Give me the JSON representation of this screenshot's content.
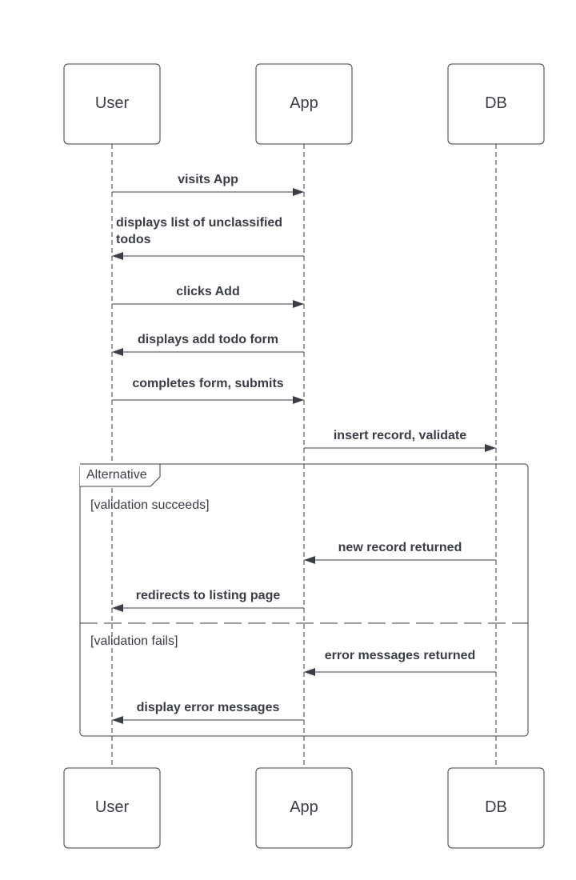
{
  "participants": {
    "user": {
      "top_label": "User",
      "bottom_label": "User"
    },
    "app": {
      "top_label": "App",
      "bottom_label": "App"
    },
    "db": {
      "top_label": "DB",
      "bottom_label": "DB"
    }
  },
  "messages": {
    "m1": {
      "from": "User",
      "to": "App",
      "label_line1": "visits App",
      "label_line2": ""
    },
    "m2": {
      "from": "App",
      "to": "User",
      "label_line1": "displays list of unclassified",
      "label_line2": "todos"
    },
    "m3": {
      "from": "User",
      "to": "App",
      "label_line1": "clicks Add",
      "label_line2": ""
    },
    "m4": {
      "from": "App",
      "to": "User",
      "label_line1": "displays add todo form",
      "label_line2": ""
    },
    "m5": {
      "from": "User",
      "to": "App",
      "label_line1": "completes form, submits",
      "label_line2": ""
    },
    "m6": {
      "from": "App",
      "to": "DB",
      "label_line1": "insert record, validate",
      "label_line2": ""
    }
  },
  "alt_frame": {
    "label": "Alternative",
    "branches": {
      "success": {
        "guard": "[validation succeeds]",
        "m1": {
          "from": "DB",
          "to": "App",
          "label": "new record returned"
        },
        "m2": {
          "from": "App",
          "to": "User",
          "label": "redirects to listing page"
        }
      },
      "failure": {
        "guard": "[validation fails]",
        "m1": {
          "from": "DB",
          "to": "App",
          "label": "error messages returned"
        },
        "m2": {
          "from": "App",
          "to": "User",
          "label": "display error messages"
        }
      }
    }
  },
  "colors": {
    "line": "#3a3d45",
    "text": "#3a3d45",
    "box_fill": "#ffffff",
    "background": "#ffffff"
  }
}
